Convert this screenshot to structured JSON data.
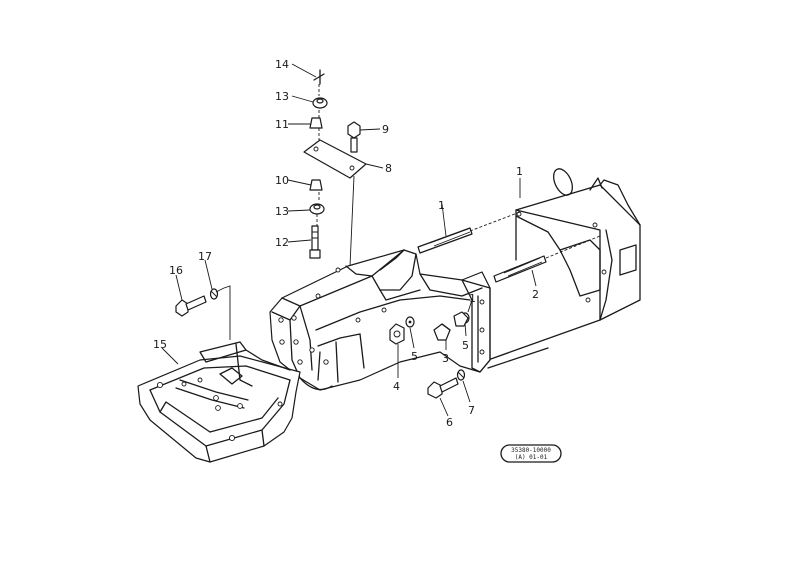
{
  "callouts": {
    "c1a": "1",
    "c1b": "1",
    "c1c": "1",
    "c2": "2",
    "c3": "3",
    "c4": "4",
    "c5a": "5",
    "c5b": "5",
    "c6": "6",
    "c7": "7",
    "c8": "8",
    "c9": "9",
    "c10": "10",
    "c11": "11",
    "c12": "12",
    "c13a": "13",
    "c13b": "13",
    "c14": "14",
    "c15": "15",
    "c16": "16",
    "c17": "17"
  },
  "stamp": {
    "line1": "35380-10000",
    "line2": "(A) 01-01"
  }
}
